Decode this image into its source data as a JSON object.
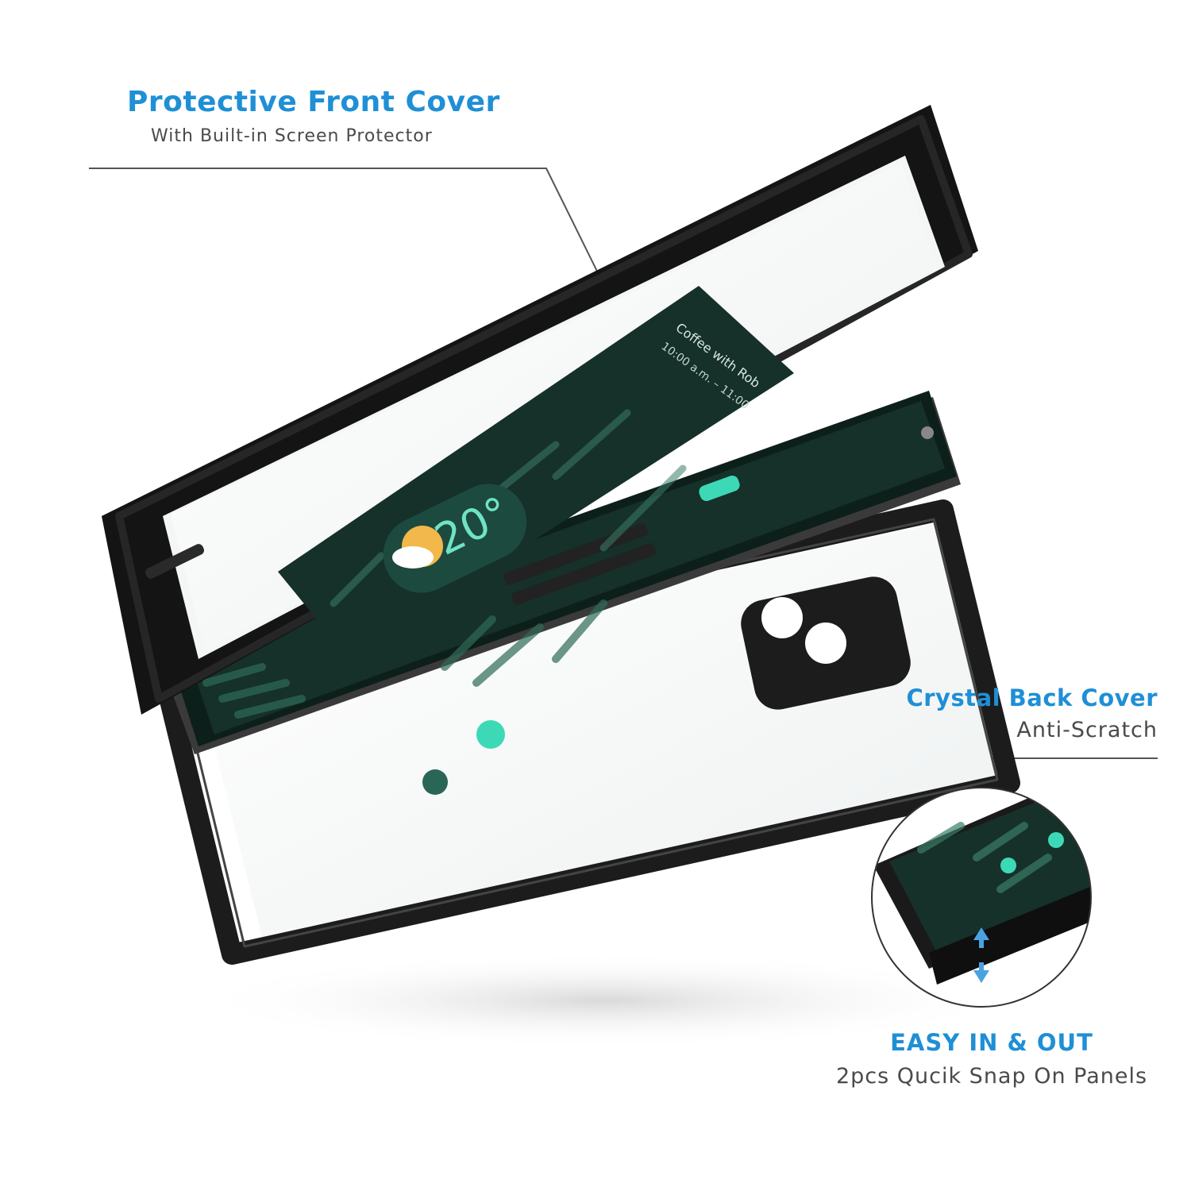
{
  "colors": {
    "accent": "#1f8fd6",
    "text": "#4a4a4a",
    "frame": "#1c1c1c",
    "screen": "#16302a",
    "highlight": "#3dd9b6",
    "weather_sun": "#f2b84b"
  },
  "callouts": {
    "front": {
      "title": "Protective Front Cover",
      "subtitle": "With Built-in Screen Protector"
    },
    "back": {
      "title": "Crystal Back Cover",
      "subtitle": "Anti-Scratch"
    },
    "snap": {
      "title": "EASY IN & OUT",
      "subtitle": "2pcs Qucik Snap On Panels"
    }
  },
  "phone_screen": {
    "temperature": "20°",
    "event_title": "Coffee with Rob",
    "event_time": "10:00 a.m. – 11:00"
  },
  "icons": [
    "sun-cloud-icon",
    "calendar-icon",
    "up-down-arrow-icon"
  ]
}
